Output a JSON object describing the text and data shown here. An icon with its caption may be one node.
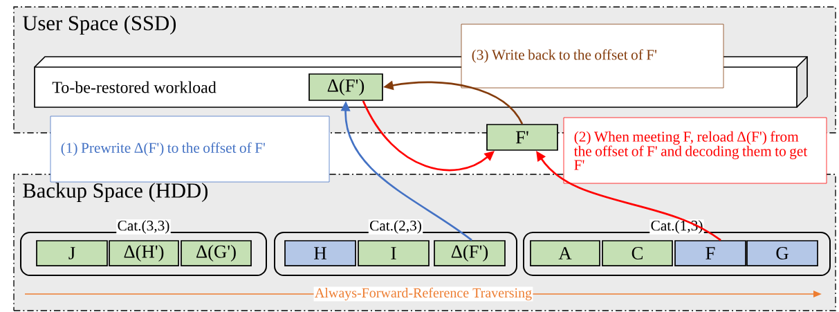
{
  "diagram": {
    "nodes": [
      {
        "text": [
          "User Space (SSD)"
        ]
      },
      {
        "text": [
          "To-be-restored workload"
        ],
        "in": 0
      },
      {
        "text": [
          "Δ(F')"
        ],
        "in": 1
      },
      {
        "text": [
          "(3) Write back to the offset of F'"
        ],
        "in": 0
      },
      {
        "text": [
          "F'"
        ]
      },
      {
        "text": [
          "(1) Prewrite Δ(F') to the offset of F'"
        ]
      },
      {
        "text": [
          "(2) When meeting F, reload Δ(F') from the offset of F' and decoding them to get F'"
        ]
      },
      {
        "text": [
          "Backup Space (HDD)"
        ]
      },
      {
        "text": [
          "Cat.(3,3)"
        ],
        "in": 7
      },
      {
        "text": [
          "J"
        ],
        "in": 8
      },
      {
        "text": [
          "Δ(H')"
        ],
        "in": 8
      },
      {
        "text": [
          "Δ(G')"
        ],
        "in": 8
      },
      {
        "text": [
          "Cat.(2,3)"
        ],
        "in": 7
      },
      {
        "text": [
          "H"
        ],
        "in": 12
      },
      {
        "text": [
          "I"
        ],
        "in": 12
      },
      {
        "text": [
          "Δ(F')"
        ],
        "in": 12
      },
      {
        "text": [
          "Cat.(1,3)"
        ],
        "in": 7
      },
      {
        "text": [
          "A"
        ],
        "in": 16
      },
      {
        "text": [
          "C"
        ],
        "in": 16
      },
      {
        "text": [
          "F"
        ],
        "in": 16
      },
      {
        "text": [
          "G"
        ],
        "in": 16
      }
    ],
    "edges": [
      {
        "from": 15,
        "to": 2,
        "arrow": "to",
        "color": "#4472c4"
      },
      {
        "from": 2,
        "to": 4,
        "arrow": "to",
        "color": "#ff0000"
      },
      {
        "from": 19,
        "to": 4,
        "arrow": "to",
        "color": "#ff0000"
      },
      {
        "from": 4,
        "to": 2,
        "arrow": "to",
        "color": "#843c0c"
      }
    ],
    "labels": [
      "Always-Forward-Reference Traversing"
    ]
  }
}
